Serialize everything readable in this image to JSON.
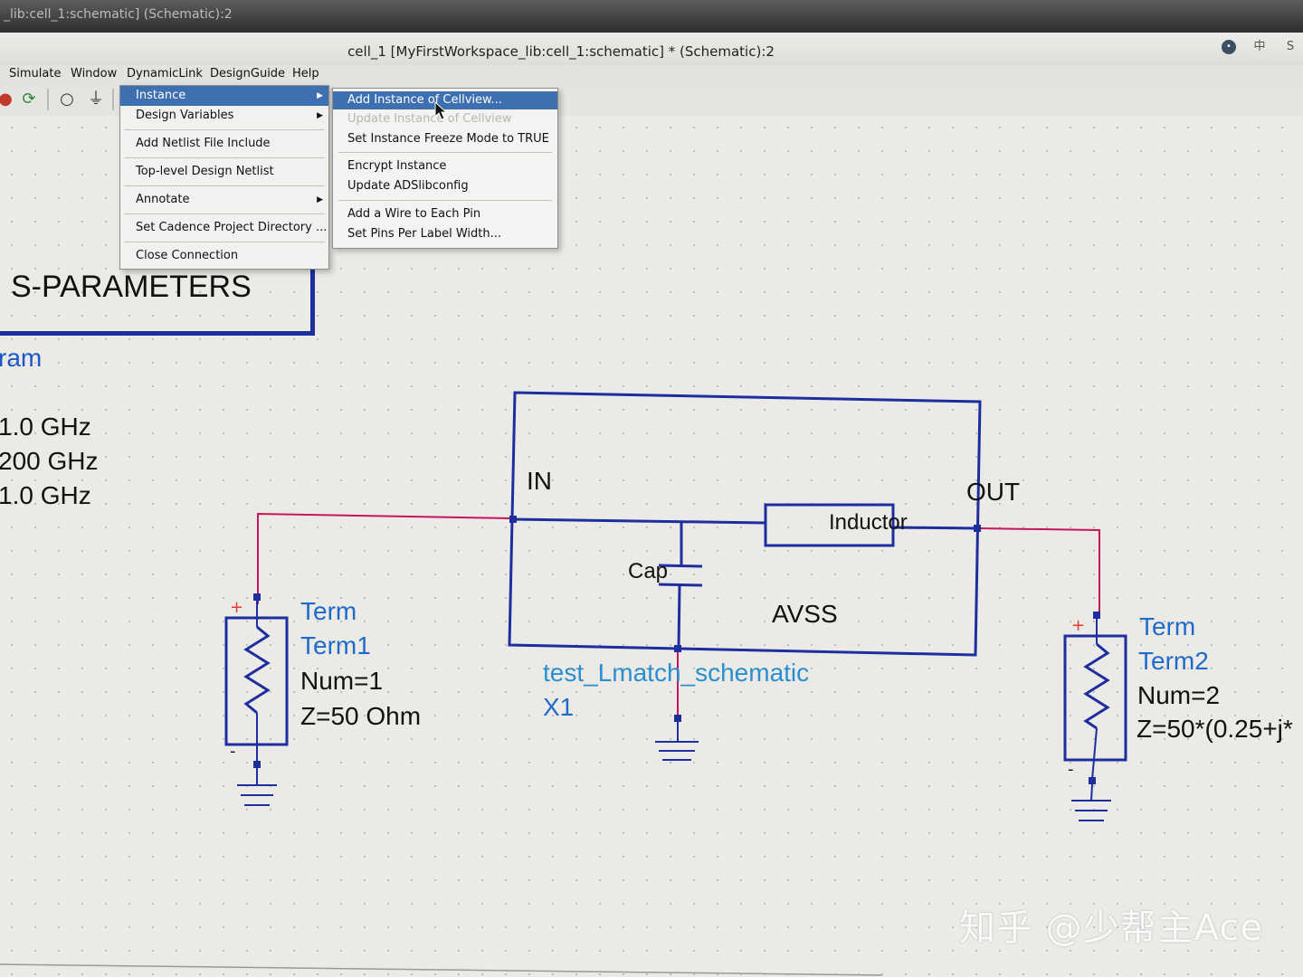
{
  "top_strip": {
    "text": "_lib:cell_1:schematic] (Schematic):2"
  },
  "window": {
    "title": "cell_1 [MyFirstWorkspace_lib:cell_1:schematic] * (Schematic):2",
    "right_icons": [
      "•",
      "中",
      "S"
    ]
  },
  "menubar": {
    "items": [
      "Simulate",
      "Window",
      "DynamicLink",
      "DesignGuide",
      "Help"
    ]
  },
  "dynamiclink_menu": {
    "items": [
      {
        "label": "Instance",
        "has_submenu": true,
        "active": true
      },
      {
        "label": "Design Variables",
        "has_submenu": true
      },
      {
        "label": "Add Netlist File Include"
      },
      {
        "label": "Top-level Design Netlist"
      },
      {
        "label": "Annotate",
        "has_submenu": true
      },
      {
        "label": "Set Cadence Project Directory ..."
      },
      {
        "label": "Close Connection"
      }
    ]
  },
  "instance_submenu": {
    "items": [
      {
        "label": "Add Instance of Cellview...",
        "active": true
      },
      {
        "label": "Update Instance of Cellview",
        "disabled": true
      },
      {
        "label": "Set Instance Freeze Mode to TRUE"
      },
      {
        "label": "Encrypt Instance"
      },
      {
        "label": "Update ADSlibconfig"
      },
      {
        "label": "Add a Wire to Each Pin"
      },
      {
        "label": "Set Pins Per Label Width..."
      }
    ]
  },
  "sparam": {
    "title": "S-PARAMETERS",
    "name_fragment": "ram",
    "lines": [
      "1.0 GHz",
      "200 GHz",
      "1.0 GHz"
    ]
  },
  "subcircuit": {
    "in_label": "IN",
    "out_label": "OUT",
    "inductor_label": "Inductor",
    "cap_label": "Cap",
    "avss_label": "AVSS",
    "instance_name": "test_Lmatch_schematic",
    "instance_id": "X1"
  },
  "term1": {
    "type": "Term",
    "name": "Term1",
    "num": "Num=1",
    "z": "Z=50 Ohm"
  },
  "term2": {
    "type": "Term",
    "name": "Term2",
    "num": "Num=2",
    "z": "Z=50*(0.25+j*"
  },
  "watermark": "知乎 @少帮主Ace",
  "colors": {
    "wire_red": "#c2185b",
    "component_blue": "#1d2f9e",
    "menu_highlight": "#3e6fb1",
    "label_blue": "#1e6bc9"
  }
}
